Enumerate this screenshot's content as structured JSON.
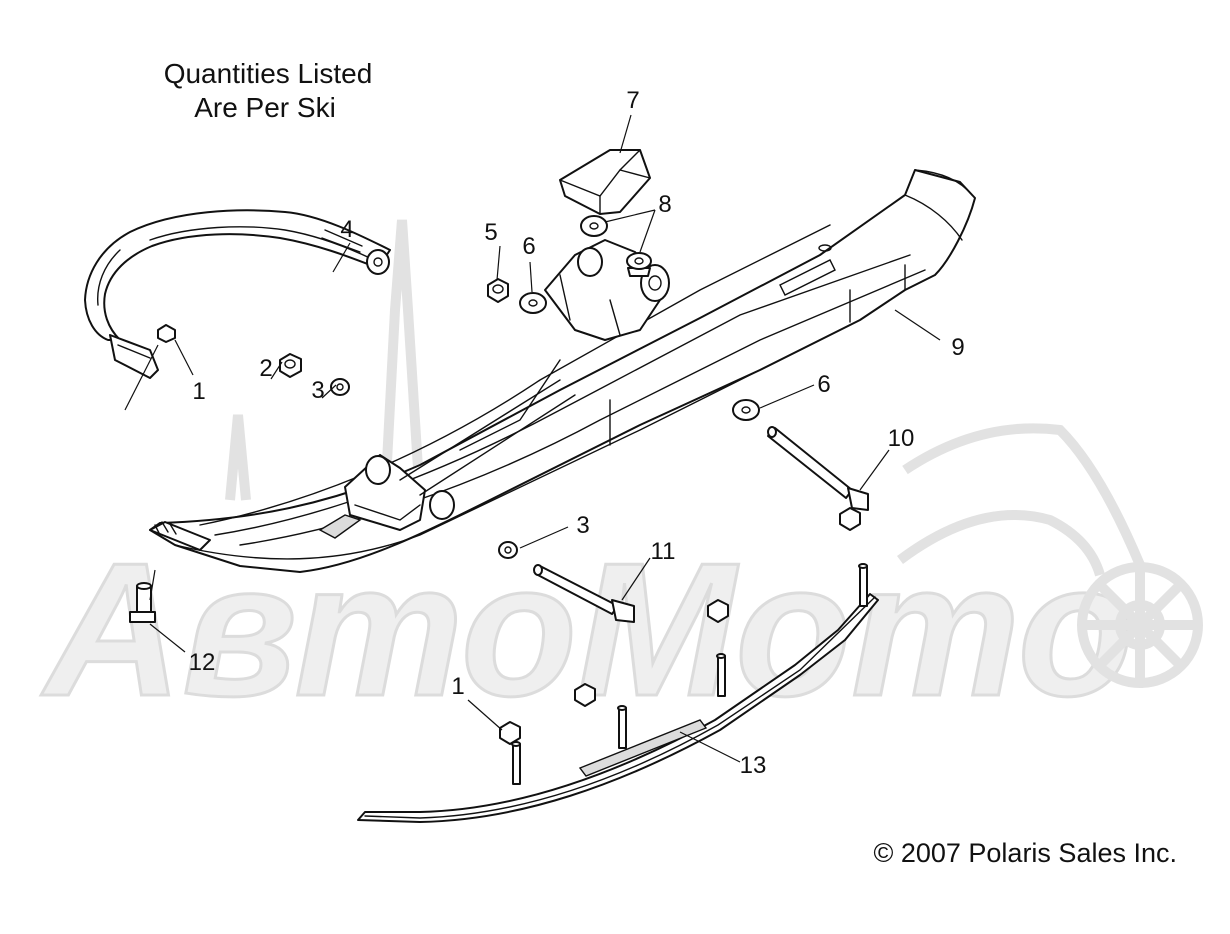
{
  "note": {
    "line1": "Quantities Listed",
    "line2": "Are Per Ski"
  },
  "copyright": "© 2007 Polaris Sales Inc.",
  "watermark": "АвтоМото",
  "callouts": {
    "c1a": "1",
    "c1b": "1",
    "c2": "2",
    "c3a": "3",
    "c3b": "3",
    "c4": "4",
    "c5": "5",
    "c6a": "6",
    "c6b": "6",
    "c7": "7",
    "c8": "8",
    "c9": "9",
    "c10": "10",
    "c11": "11",
    "c12": "12",
    "c13": "13"
  }
}
